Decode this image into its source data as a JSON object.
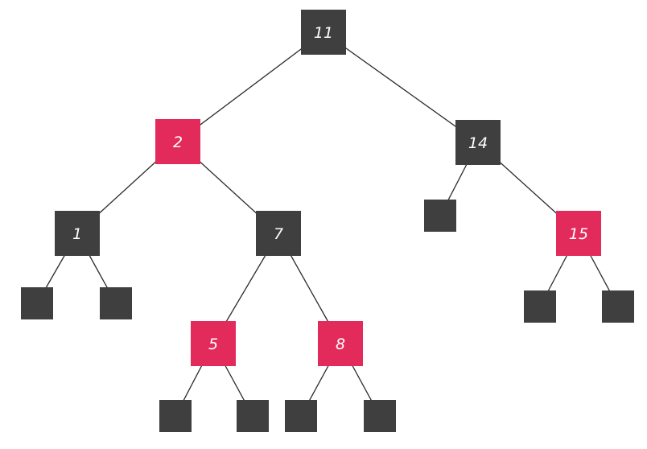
{
  "colors": {
    "black_node": "#3e3f3e",
    "red_node": "#e22b5a",
    "edge": "#2a2a2a"
  },
  "tree": {
    "nodes": [
      {
        "id": "n11",
        "label": "11",
        "color": "black",
        "parent": null
      },
      {
        "id": "n2",
        "label": "2",
        "color": "red",
        "parent": "n11"
      },
      {
        "id": "n14",
        "label": "14",
        "color": "black",
        "parent": "n11"
      },
      {
        "id": "n1",
        "label": "1",
        "color": "black",
        "parent": "n2"
      },
      {
        "id": "n7",
        "label": "7",
        "color": "black",
        "parent": "n2"
      },
      {
        "id": "n15",
        "label": "15",
        "color": "red",
        "parent": "n14"
      },
      {
        "id": "n5",
        "label": "5",
        "color": "red",
        "parent": "n7"
      },
      {
        "id": "n8",
        "label": "8",
        "color": "red",
        "parent": "n7"
      },
      {
        "id": "nil14l",
        "label": "",
        "color": "black",
        "nil": true,
        "parent": "n14"
      },
      {
        "id": "nil1l",
        "label": "",
        "color": "black",
        "nil": true,
        "parent": "n1"
      },
      {
        "id": "nil1r",
        "label": "",
        "color": "black",
        "nil": true,
        "parent": "n1"
      },
      {
        "id": "nil15l",
        "label": "",
        "color": "black",
        "nil": true,
        "parent": "n15"
      },
      {
        "id": "nil15r",
        "label": "",
        "color": "black",
        "nil": true,
        "parent": "n15"
      },
      {
        "id": "nil5l",
        "label": "",
        "color": "black",
        "nil": true,
        "parent": "n5"
      },
      {
        "id": "nil5r",
        "label": "",
        "color": "black",
        "nil": true,
        "parent": "n5"
      },
      {
        "id": "nil8l",
        "label": "",
        "color": "black",
        "nil": true,
        "parent": "n8"
      },
      {
        "id": "nil8r",
        "label": "",
        "color": "black",
        "nil": true,
        "parent": "n8"
      }
    ]
  }
}
